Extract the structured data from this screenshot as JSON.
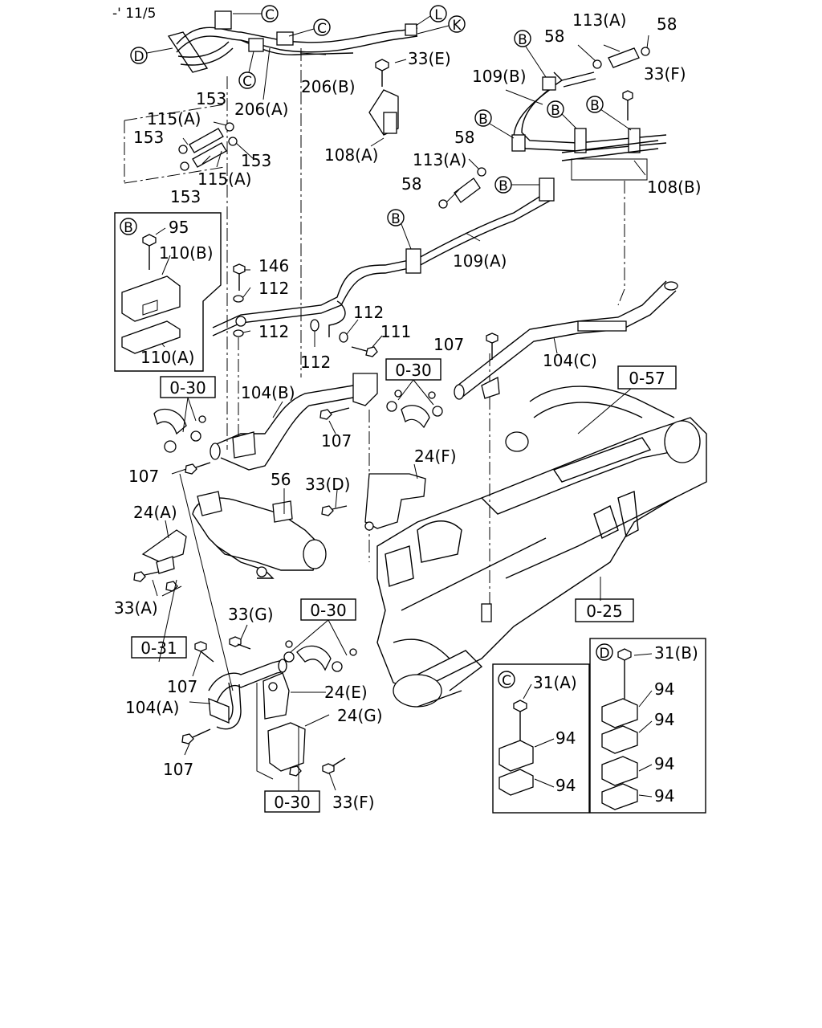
{
  "header": {
    "code": "-' 11/5"
  },
  "callouts": [
    {
      "id": "c1",
      "text": "C"
    },
    {
      "id": "c2",
      "text": "C"
    },
    {
      "id": "c3",
      "text": "C"
    },
    {
      "id": "d1",
      "text": "D"
    },
    {
      "id": "l1",
      "text": "L"
    },
    {
      "id": "k1",
      "text": "K"
    },
    {
      "id": "b1",
      "text": "B"
    },
    {
      "id": "b2",
      "text": "B"
    },
    {
      "id": "b3",
      "text": "B"
    },
    {
      "id": "b4",
      "text": "B"
    },
    {
      "id": "b5",
      "text": "B"
    },
    {
      "id": "b6",
      "text": "B"
    },
    {
      "id": "b7",
      "text": "B"
    }
  ],
  "labels": {
    "l_206b": "206(B)",
    "l_206a": "206(A)",
    "l_33e": "33(E)",
    "l_108a": "108(A)",
    "l_153a": "153",
    "l_115a1": "115(A)",
    "l_153b": "153",
    "l_153c": "153",
    "l_115a2": "115(A)",
    "l_153d": "153",
    "l_113a1": "113(A)",
    "l_58a": "58",
    "l_58b": "58",
    "l_109b": "109(B)",
    "l_33f1": "33(F)",
    "l_58c": "58",
    "l_113a2": "113(A)",
    "l_58d": "58",
    "l_108b": "108(B)",
    "l_109a": "109(A)",
    "l_146": "146",
    "l_112a": "112",
    "l_112b": "112",
    "l_112c": "112",
    "l_112d": "112",
    "l_111": "111",
    "l_107a": "107",
    "l_104c": "104(C)",
    "l_104b": "104(B)",
    "l_107b": "107",
    "l_107c": "107",
    "l_24f": "24(F)",
    "l_33d": "33(D)",
    "l_56": "56",
    "l_24a": "24(A)",
    "l_33a": "33(A)",
    "l_33g": "33(G)",
    "l_107d": "107",
    "l_104a": "104(A)",
    "l_24e": "24(E)",
    "l_24g": "24(G)",
    "l_107e": "107",
    "l_33f2": "33(F)"
  },
  "boxed_refs": {
    "r_030a": "0-30",
    "r_030b": "0-30",
    "r_057": "0-57",
    "r_025": "0-25",
    "r_031": "0-31",
    "r_030c": "0-30",
    "r_030d": "0-30"
  },
  "inset_b": {
    "title": "B",
    "label_95": "95",
    "label_110b": "110(B)",
    "label_110a": "110(A)"
  },
  "inset_c": {
    "title": "C",
    "label_31a": "31(A)",
    "label_94a": "94",
    "label_94b": "94"
  },
  "inset_d": {
    "title": "D",
    "label_31b": "31(B)",
    "label_94a": "94",
    "label_94b": "94",
    "label_94c": "94",
    "label_94d": "94"
  }
}
